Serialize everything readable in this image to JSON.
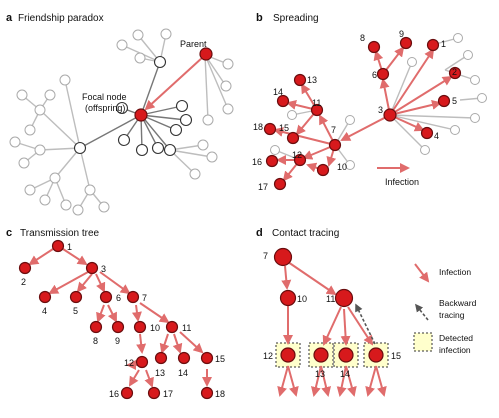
{
  "panels": {
    "a": {
      "letter": "a",
      "title": "Friendship paradox",
      "parent_label": "Parent",
      "focal_label_1": "Focal node",
      "focal_label_2": "(offspring)"
    },
    "b": {
      "letter": "b",
      "title": "Spreading",
      "legend_label": "Infection",
      "node_labels": [
        "1",
        "2",
        "3",
        "4",
        "5",
        "6",
        "7",
        "8",
        "9",
        "10",
        "11",
        "12",
        "13",
        "14",
        "15",
        "16",
        "17",
        "18"
      ]
    },
    "c": {
      "letter": "c",
      "title": "Transmission tree",
      "node_labels": [
        "1",
        "2",
        "3",
        "4",
        "5",
        "6",
        "7",
        "8",
        "9",
        "10",
        "11",
        "12",
        "13",
        "14",
        "15",
        "16",
        "17",
        "18"
      ]
    },
    "d": {
      "letter": "d",
      "title": "Contact tracing",
      "node_labels": [
        "7",
        "10",
        "11",
        "12",
        "13",
        "14",
        "15"
      ],
      "legend": {
        "infection": "Infection",
        "backward_1": "Backward",
        "backward_2": "tracing",
        "detected_1": "Detected",
        "detected_2": "infection"
      }
    }
  },
  "colors": {
    "infection": "#d7191c",
    "arrow": "#e06c6c",
    "detected_box": "#ffffcc"
  }
}
